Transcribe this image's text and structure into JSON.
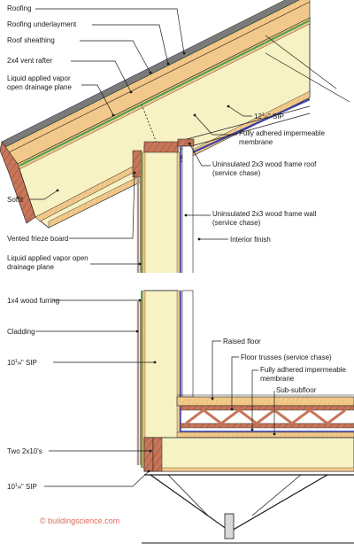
{
  "title": "",
  "labels": {
    "roofing": "Roofing",
    "roofing_underlayment": "Roofing underlayment",
    "roof_sheathing": "Roof sheathing",
    "vent_rafter": "2x4 vent rafter",
    "vapor_plane_roof_1": "Liquid applied vapor",
    "vapor_plane_roof_2": "open drainage plane",
    "sip_roof_pre": "12",
    "sip_roof_num": "1",
    "sip_roof_den": "4",
    "sip_roof_post": "\" SIP",
    "membrane_roof_1": "Fully adhered impermeable",
    "membrane_roof_2": "membrane",
    "chase_roof_1": "Uninsulated 2x3 wood frame roof",
    "chase_roof_2": "(service chase)",
    "soffit": "Soffit",
    "chase_wall_1": "Uninsulated 2x3 wood frame wall",
    "chase_wall_2": "(service chase)",
    "frieze": "Vented frieze board",
    "interior_finish": "Interior finish",
    "vapor_plane_wall_1": "Liquid applied vapor open",
    "vapor_plane_wall_2": "drainage plane",
    "furring": "1x4 wood furring",
    "cladding": "Cladding",
    "raised_floor": "Raised floor",
    "floor_trusses": "Floor trusses (service chase)",
    "sip_wall_pre": "10",
    "sip_wall_num": "1",
    "sip_wall_den": "4",
    "sip_wall_post": "\" SIP",
    "membrane_floor_1": "Fully adhered impermeable",
    "membrane_floor_2": "membrane",
    "sub_subfloor": "Sub-subfloor",
    "two_2x10": "Two 2x10's",
    "sip_floor_pre": "10",
    "sip_floor_num": "1",
    "sip_floor_den": "4",
    "sip_floor_post": "\" SIP"
  },
  "watermark": "© buildingscience.com",
  "colors": {
    "sip_foam": "#f7f2c4",
    "osb": "#f2c98a",
    "wood": "#c7765a",
    "green_membrane": "#43a047",
    "blue_membrane": "#3b3fa8",
    "roofing": "#7a7a7a",
    "line": "#1a1a1a"
  }
}
